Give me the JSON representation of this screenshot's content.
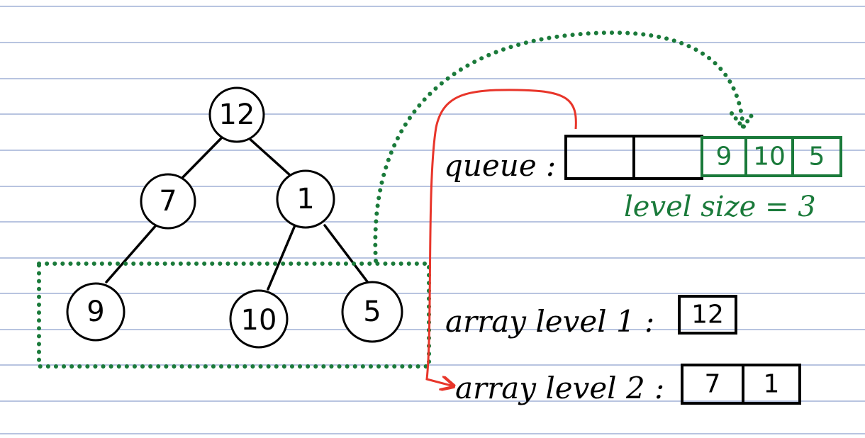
{
  "tree": {
    "root": "12",
    "level2": [
      "7",
      "1"
    ],
    "level3": [
      "9",
      "10",
      "5"
    ]
  },
  "queue": {
    "label": "queue :",
    "cells": [
      "",
      "",
      "9",
      "10",
      "5"
    ],
    "level_size_label": "level size = 3"
  },
  "arrays": [
    {
      "label": "array level 1 :",
      "cells": [
        "12"
      ]
    },
    {
      "label": "array level 2 :",
      "cells": [
        "7",
        "1"
      ]
    }
  ],
  "colors": {
    "ink": "#000000",
    "green": "#1a7a3a",
    "red": "#e8352a",
    "ruled_line": "#b8c4e0"
  }
}
